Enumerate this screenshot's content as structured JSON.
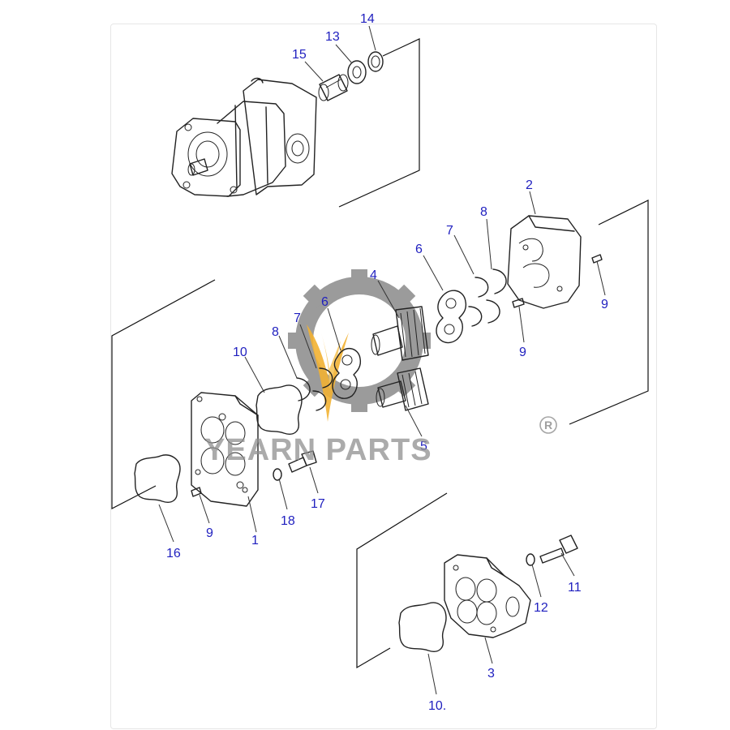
{
  "watermark": {
    "brand": "YEARN PARTS",
    "registered_mark": "R",
    "gear_color": "#7a7a7a",
    "flame_color": "#f2b233"
  },
  "callout_color": "#1f1fbf",
  "callouts": [
    {
      "id": "c14",
      "text": "14"
    },
    {
      "id": "c13",
      "text": "13"
    },
    {
      "id": "c15",
      "text": "15"
    },
    {
      "id": "c2",
      "text": "2"
    },
    {
      "id": "c8a",
      "text": "8"
    },
    {
      "id": "c7a",
      "text": "7"
    },
    {
      "id": "c6a",
      "text": "6"
    },
    {
      "id": "c9a",
      "text": "9"
    },
    {
      "id": "c9b",
      "text": "9"
    },
    {
      "id": "c4",
      "text": "4"
    },
    {
      "id": "c6b",
      "text": "6"
    },
    {
      "id": "c7b",
      "text": "7"
    },
    {
      "id": "c8b",
      "text": "8"
    },
    {
      "id": "c10a",
      "text": "10"
    },
    {
      "id": "c5",
      "text": "5"
    },
    {
      "id": "c17",
      "text": "17"
    },
    {
      "id": "c18",
      "text": "18"
    },
    {
      "id": "c1",
      "text": "1"
    },
    {
      "id": "c9c",
      "text": "9"
    },
    {
      "id": "c16",
      "text": "16"
    },
    {
      "id": "c11",
      "text": "11"
    },
    {
      "id": "c12",
      "text": "12"
    },
    {
      "id": "c3",
      "text": "3"
    },
    {
      "id": "c10b",
      "text": "10."
    }
  ]
}
